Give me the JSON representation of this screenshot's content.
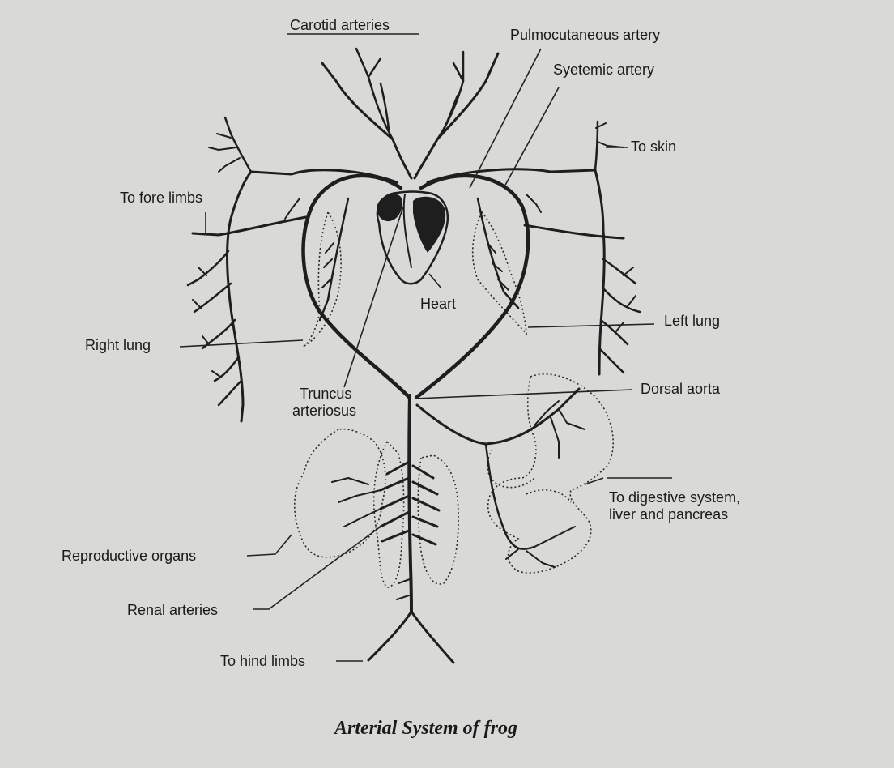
{
  "diagram": {
    "caption": "Arterial System of frog",
    "labels": {
      "carotid": "Carotid arteries",
      "pulmocutaneous": "Pulmocutaneous artery",
      "systemic": "Syetemic artery",
      "to_skin": "To skin",
      "to_fore_limbs": "To fore limbs",
      "heart": "Heart",
      "left_lung": "Left lung",
      "right_lung": "Right lung",
      "truncus_line1": "Truncus",
      "truncus_line2": "arteriosus",
      "dorsal_aorta": "Dorsal aorta",
      "digestive_line1": "To digestive system,",
      "digestive_line2": "liver and pancreas",
      "reproductive": "Reproductive organs",
      "renal": "Renal arteries",
      "hind_limbs": "To hind limbs"
    }
  }
}
